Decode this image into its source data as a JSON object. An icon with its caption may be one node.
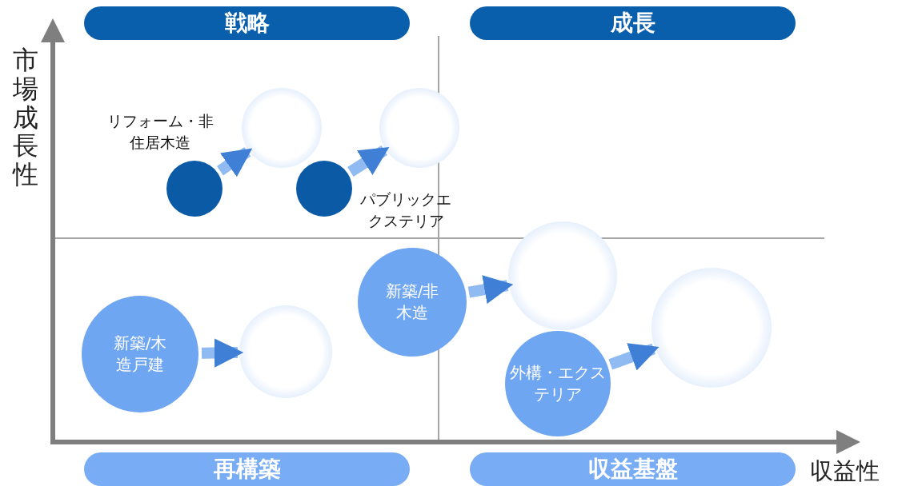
{
  "diagram": {
    "nodes": [
      {
        "text": [
          "戦略"
        ]
      },
      {
        "text": [
          "成長"
        ]
      },
      {
        "text": [],
        "shape": "circle",
        "beside": [
          "リフォーム・非住居木造"
        ]
      },
      {
        "text": [],
        "shape": "circle"
      },
      {
        "text": [],
        "shape": "circle",
        "beside": [
          "パブリックエクステリア"
        ]
      },
      {
        "text": [],
        "shape": "circle"
      },
      {
        "text": [
          "新築/非木造"
        ]
      },
      {
        "text": [],
        "shape": "circle"
      },
      {
        "text": [
          "新築/木造戸建"
        ]
      },
      {
        "text": [],
        "shape": "circle"
      },
      {
        "text": [
          "外構・エクステリア"
        ]
      },
      {
        "text": [],
        "shape": "circle"
      },
      {
        "text": [
          "再構築"
        ]
      },
      {
        "text": [
          "収益基盤"
        ]
      }
    ],
    "edges": [
      {
        "from": 2,
        "to": 3,
        "arrow": "to"
      },
      {
        "from": 4,
        "to": 5,
        "arrow": "to"
      },
      {
        "from": 8,
        "to": 9,
        "arrow": "to"
      },
      {
        "from": 6,
        "to": 7,
        "arrow": "to"
      },
      {
        "from": 10,
        "to": 11,
        "arrow": "to"
      }
    ],
    "labels": [
      "市場成長性",
      "収益性"
    ]
  }
}
